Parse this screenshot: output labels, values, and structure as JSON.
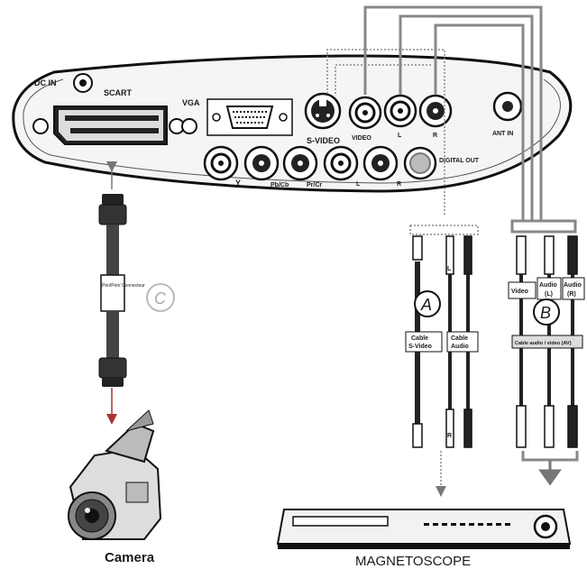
{
  "panel": {
    "dc_in": "DC IN",
    "scart": "SCART",
    "vga": "VGA",
    "s_video": "S-VIDEO",
    "video": "VIDEO",
    "l_top": "L",
    "r_top": "R",
    "ant_in": "ANT IN",
    "y": "Y",
    "pb_cb": "Pb/Cb",
    "pr_cr": "Pr/Cr",
    "l_bottom": "L",
    "r_bottom": "R",
    "digital_out": "DIGITAL OUT"
  },
  "cable_c": {
    "badge": "C",
    "sticker": "Péri/Péri/ Connecteur"
  },
  "cable_a": {
    "badge": "A",
    "l_tag": "L",
    "r_tag": "R",
    "label_svideo_1": "Cable",
    "label_svideo_2": "S-Video",
    "label_audio_1": "Cable",
    "label_audio_2": "Audio"
  },
  "cable_b": {
    "badge": "B",
    "video": "Video",
    "audio_l_1": "Audio",
    "audio_l_2": "(L)",
    "audio_r_1": "Audio",
    "audio_r_2": "(R)",
    "sticker": "Cable audio / video (AV)"
  },
  "devices": {
    "camera": "Camera",
    "magnetoscope": "MAGNETOSCOPE"
  }
}
